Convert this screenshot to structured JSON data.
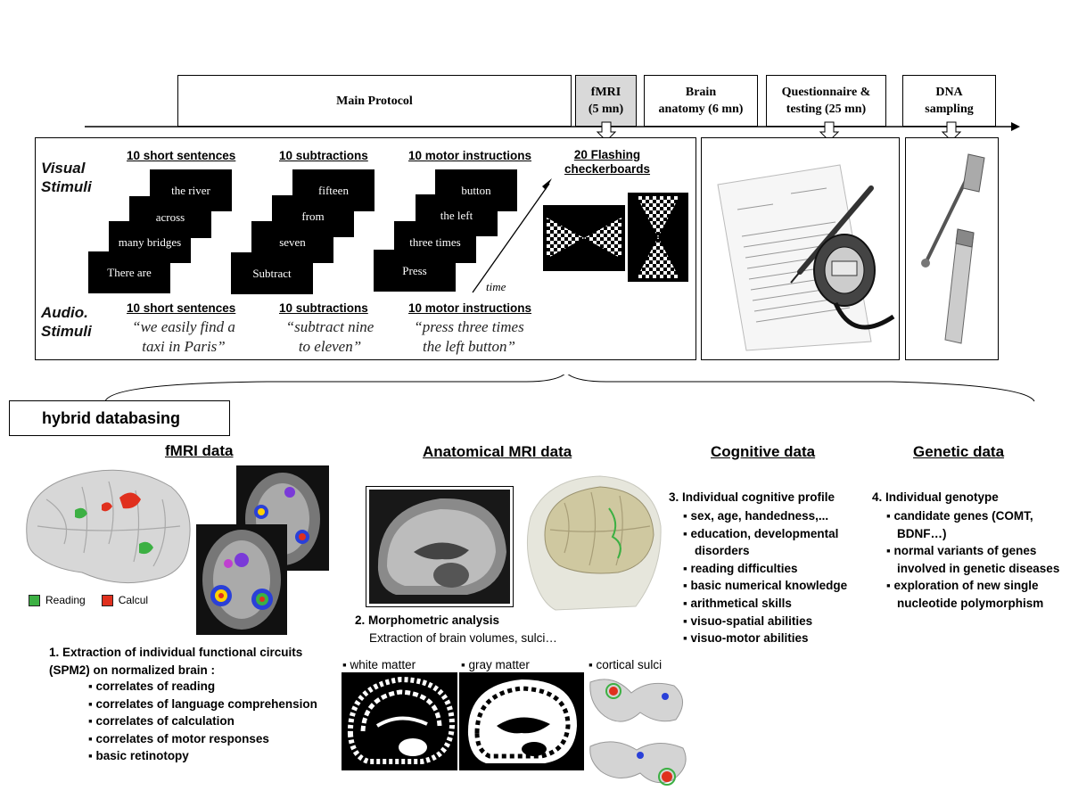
{
  "timeline": {
    "main_protocol": "Main Protocol",
    "fmri": [
      "fMRI",
      "(5 mn)"
    ],
    "brain_anatomy": [
      "Brain",
      "anatomy (6 mn)"
    ],
    "questionnaire": [
      "Questionnaire &",
      "testing (25 mn)"
    ],
    "dna": [
      "DNA",
      "sampling"
    ]
  },
  "stimuli": {
    "visual_label": [
      "Visual",
      "Stimuli"
    ],
    "audio_label": [
      "Audio.",
      "Stimuli"
    ],
    "groups": [
      {
        "heading": "10 short sentences",
        "cards": [
          "the river",
          "across",
          "many bridges",
          "There are"
        ],
        "audio_heading": "10 short sentences",
        "quote": [
          "“we easily find a",
          "taxi in Paris”"
        ]
      },
      {
        "heading": "10 subtractions",
        "cards": [
          "fifteen",
          "from",
          "seven",
          "Subtract"
        ],
        "audio_heading": "10 subtractions",
        "quote": [
          "“subtract nine",
          "to eleven”"
        ]
      },
      {
        "heading": "10 motor instructions",
        "cards": [
          "button",
          "the left",
          "three times",
          "Press"
        ],
        "audio_heading": "10 motor instructions",
        "quote": [
          "“press three times",
          "the left button”"
        ]
      }
    ],
    "time_label": "time",
    "checkerboards": [
      "20 Flashing",
      "checkerboards"
    ]
  },
  "hybrid_label": "hybrid databasing",
  "fmri_data": {
    "title": "fMRI data",
    "legend": [
      {
        "label": "Reading",
        "color": "#3cb043"
      },
      {
        "label": "Calcul",
        "color": "#e0301e"
      }
    ],
    "heading": [
      "1. Extraction of individual functional circuits",
      "(SPM2) on normalized brain :"
    ],
    "items": [
      "correlates of reading",
      "correlates of language comprehension",
      "correlates of calculation",
      "correlates of motor responses",
      "basic retinotopy"
    ]
  },
  "anat_data": {
    "title": "Anatomical MRI data",
    "heading": "2. Morphometric analysis",
    "sub": "Extraction of brain volumes, sulci…",
    "labels": [
      "white matter",
      "gray matter",
      "cortical sulci"
    ]
  },
  "cog_data": {
    "title": "Cognitive data",
    "heading": "3. Individual cognitive profile",
    "items": [
      "sex, age, handedness,...",
      "education, developmental",
      "disorders",
      "reading difficulties",
      "basic numerical knowledge",
      "arithmetical skills",
      "visuo-spatial abilities",
      "visuo-motor abilities"
    ]
  },
  "gen_data": {
    "title": "Genetic data",
    "heading": "4. Individual genotype",
    "items": [
      "candidate genes (COMT,",
      "BDNF…)",
      "normal variants of genes",
      "involved in genetic diseases",
      "exploration of  new single",
      "nucleotide polymorphism"
    ]
  }
}
